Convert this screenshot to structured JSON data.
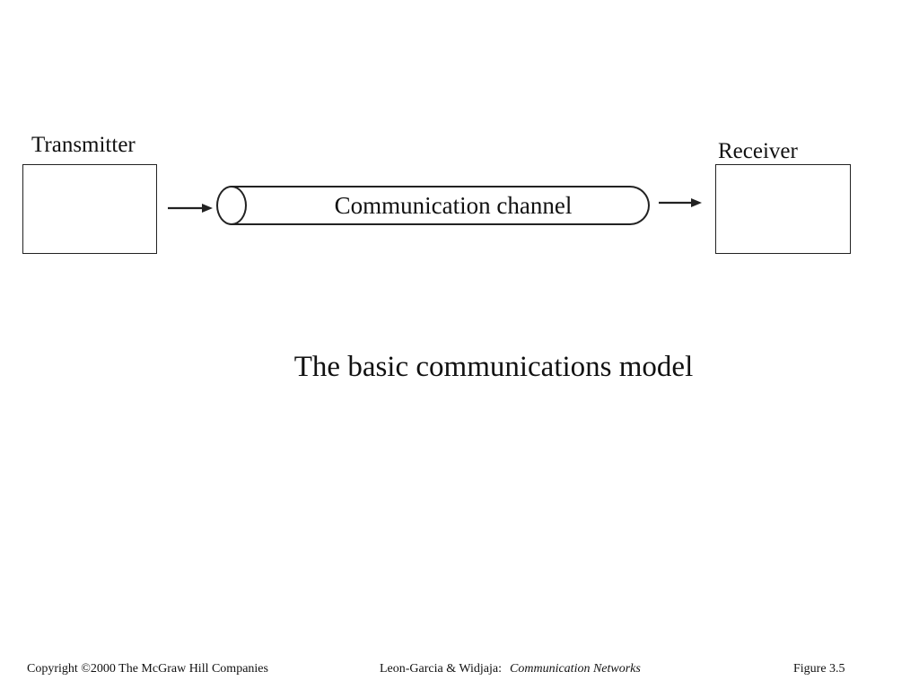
{
  "title": "The basic communications model",
  "diagram": {
    "transmitter_label": "Transmitter",
    "receiver_label": "Receiver",
    "channel_label": "Communication channel"
  },
  "footer": {
    "copyright": "Copyright ©2000 The McGraw Hill Companies",
    "citation_authors": "Leon-Garcia & Widjaja:",
    "citation_book": "Communication Networks",
    "figure": "Figure 3.5"
  },
  "colors": {
    "ink": "#1c1c1c",
    "line": "#222222",
    "background": "#ffffff"
  }
}
